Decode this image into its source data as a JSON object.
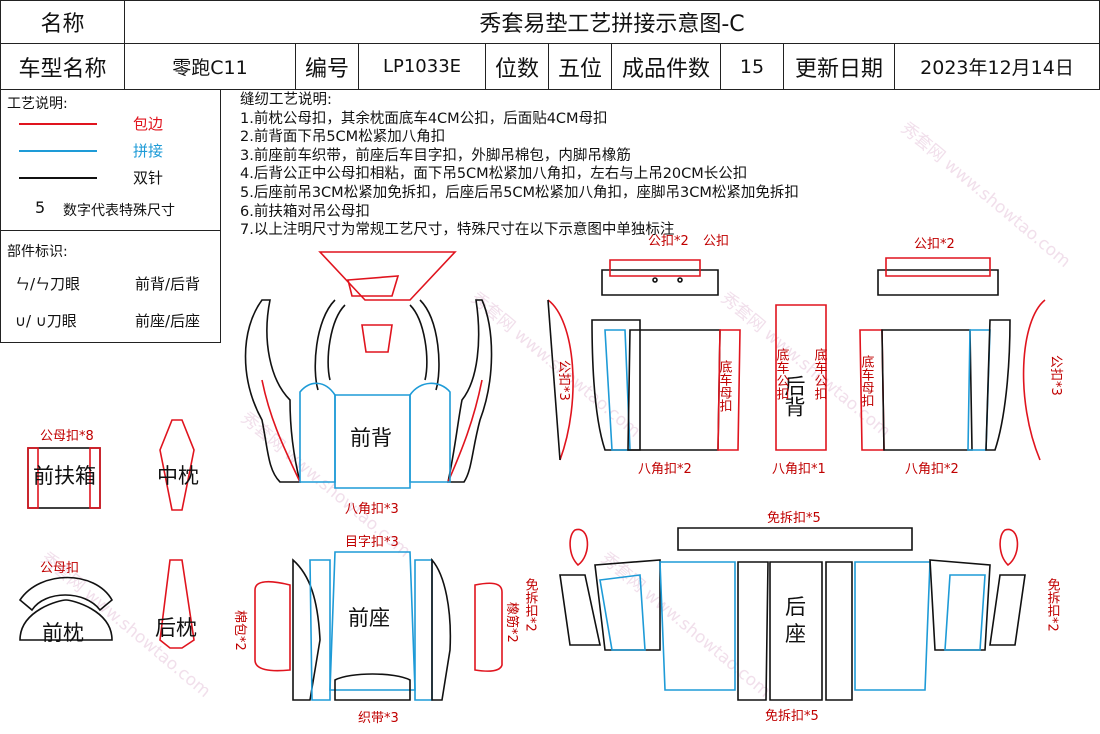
{
  "header": {
    "name_label": "名称",
    "title": "秀套易垫工艺拼接示意图-C",
    "model_label": "车型名称",
    "model_value": "零跑C11",
    "code_label": "编号",
    "code_value": "LP1033E",
    "seat_label": "位数",
    "seat_value": "五位",
    "pieces_label": "成品件数",
    "pieces_value": "15",
    "date_label": "更新日期",
    "date_value": "2023年12月14日"
  },
  "legend": {
    "title": "工艺说明:",
    "items": [
      {
        "label": "包边",
        "color": "#e0141e"
      },
      {
        "label": "拼接",
        "color": "#1e9bd7"
      },
      {
        "label": "双针",
        "color": "#111111"
      }
    ],
    "size_number": "5",
    "size_text": "数字代表特殊尺寸",
    "parts_title": "部件标识:",
    "part1_glyph": "ㄣ/ㄣ刀眼",
    "part1_text": "前背/后背",
    "part2_glyph": "∪/ ∪刀眼",
    "part2_text": "前座/后座"
  },
  "notes": {
    "title": "缝纫工艺说明:",
    "lines": [
      "1.前枕公母扣，其余枕面底车4CM公扣，后面贴4CM母扣",
      "2.前背面下吊5CM松紧加八角扣",
      "3.前座前车织带，前座后车目字扣，外脚吊棉包，内脚吊橡筋",
      "4.后背公正中公母扣相粘，面下吊5CM松紧加八角扣，左右与上吊20CM长公扣",
      "5.后座前吊3CM松紧加免拆扣，后座后吊5CM松紧加八角扣，座脚吊3CM松紧加免拆扣",
      "6.前扶箱对吊公母扣",
      "7.以上注明尺寸为常规工艺尺寸，特殊尺寸在以下示意图中单独标注"
    ]
  },
  "labels": {
    "front_back": "前背",
    "front_back_clip": "八角扣*3",
    "front_armrest": "前扶箱",
    "armrest_clip": "公母扣*8",
    "mid_pillow": "中枕",
    "front_pillow": "前枕",
    "front_pillow_clip": "公母扣",
    "rear_pillow": "后枕",
    "front_seat": "前座",
    "front_seat_top": "目字扣*3",
    "front_seat_bottom": "织带*3",
    "cotton": "棉包*2",
    "rubber": "橡筋*2",
    "rear_back_left_top": "公扣*2",
    "rear_back_left_side": "公扣*3",
    "rear_back_left_bottom": "八角扣*2",
    "rear_back_left_red": "底车母扣",
    "rear_back_center_top": "公扣",
    "rear_back_center": "后背",
    "rear_back_center_l": "底车公扣",
    "rear_back_center_r": "底车公扣",
    "rear_back_center_bottom": "八角扣*1",
    "rear_back_right_top": "公扣*2",
    "rear_back_right_side": "公扣*3",
    "rear_back_right_red": "底车母扣",
    "rear_back_right_bottom": "八角扣*2",
    "rear_seat": "后座",
    "rear_seat_top": "免拆扣*5",
    "rear_seat_bottom": "免拆扣*5",
    "rear_seat_left": "免拆扣*2",
    "rear_seat_right": "免拆扣*2",
    "watermark": "秀套网 www.showtao.com"
  }
}
